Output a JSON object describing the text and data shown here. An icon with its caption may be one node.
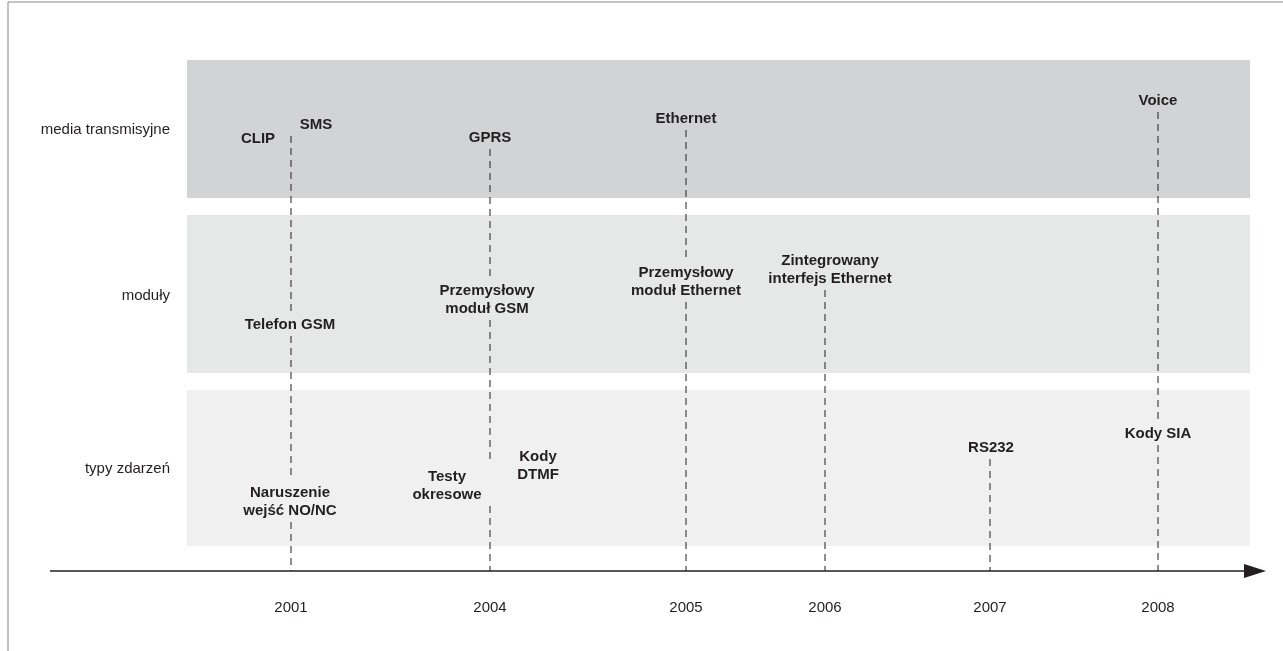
{
  "diagram": {
    "nodes": [
      {
        "text": [
          "media transmisyjne"
        ]
      },
      {
        "text": [
          "moduły"
        ]
      },
      {
        "text": [
          "typy zdarzeń"
        ]
      },
      {
        "text": [
          "CLIP"
        ],
        "in": 0
      },
      {
        "text": [
          "SMS"
        ],
        "in": 0
      },
      {
        "text": [
          "GPRS"
        ],
        "in": 0
      },
      {
        "text": [
          "Ethernet"
        ],
        "in": 0
      },
      {
        "text": [
          "Voice"
        ],
        "in": 0
      },
      {
        "text": [
          "Telefon GSM"
        ],
        "in": 1
      },
      {
        "text": [
          "Przemysłowy moduł GSM"
        ],
        "in": 1
      },
      {
        "text": [
          "Przemysłowy moduł Ethernet"
        ],
        "in": 1
      },
      {
        "text": [
          "Zintegrowany interfejs Ethernet"
        ],
        "in": 1
      },
      {
        "text": [
          "Naruszenie wejść NO/NC"
        ],
        "in": 2
      },
      {
        "text": [
          "Testy okresowe"
        ],
        "in": 2
      },
      {
        "text": [
          "Kody DTMF"
        ],
        "in": 2
      },
      {
        "text": [
          "RS232"
        ],
        "in": 2
      },
      {
        "text": [
          "Kody SIA"
        ],
        "in": 2
      }
    ],
    "edges": [
      {
        "from": 4,
        "to": 8,
        "arrow": "none",
        "style": "dashed"
      },
      {
        "from": 8,
        "to": 12,
        "arrow": "none",
        "style": "dashed"
      },
      {
        "from": 12,
        "to": null,
        "arrow": "none",
        "style": "dashed"
      },
      {
        "from": 5,
        "to": 9,
        "arrow": "none",
        "style": "dashed"
      },
      {
        "from": 9,
        "to": 13,
        "arrow": "none",
        "style": "dashed"
      },
      {
        "from": 13,
        "to": null,
        "arrow": "none",
        "style": "dashed"
      },
      {
        "from": 6,
        "to": 10,
        "arrow": "none",
        "style": "dashed"
      },
      {
        "from": 10,
        "to": null,
        "arrow": "none",
        "style": "dashed"
      },
      {
        "from": 11,
        "to": null,
        "arrow": "none",
        "style": "dashed"
      },
      {
        "from": 15,
        "to": null,
        "arrow": "none",
        "style": "dashed"
      },
      {
        "from": 7,
        "to": 16,
        "arrow": "none",
        "style": "dashed"
      },
      {
        "from": 16,
        "to": null,
        "arrow": "none",
        "style": "dashed"
      }
    ],
    "labels": [
      "2001",
      "2004",
      "2005",
      "2006",
      "2007",
      "2008"
    ]
  }
}
